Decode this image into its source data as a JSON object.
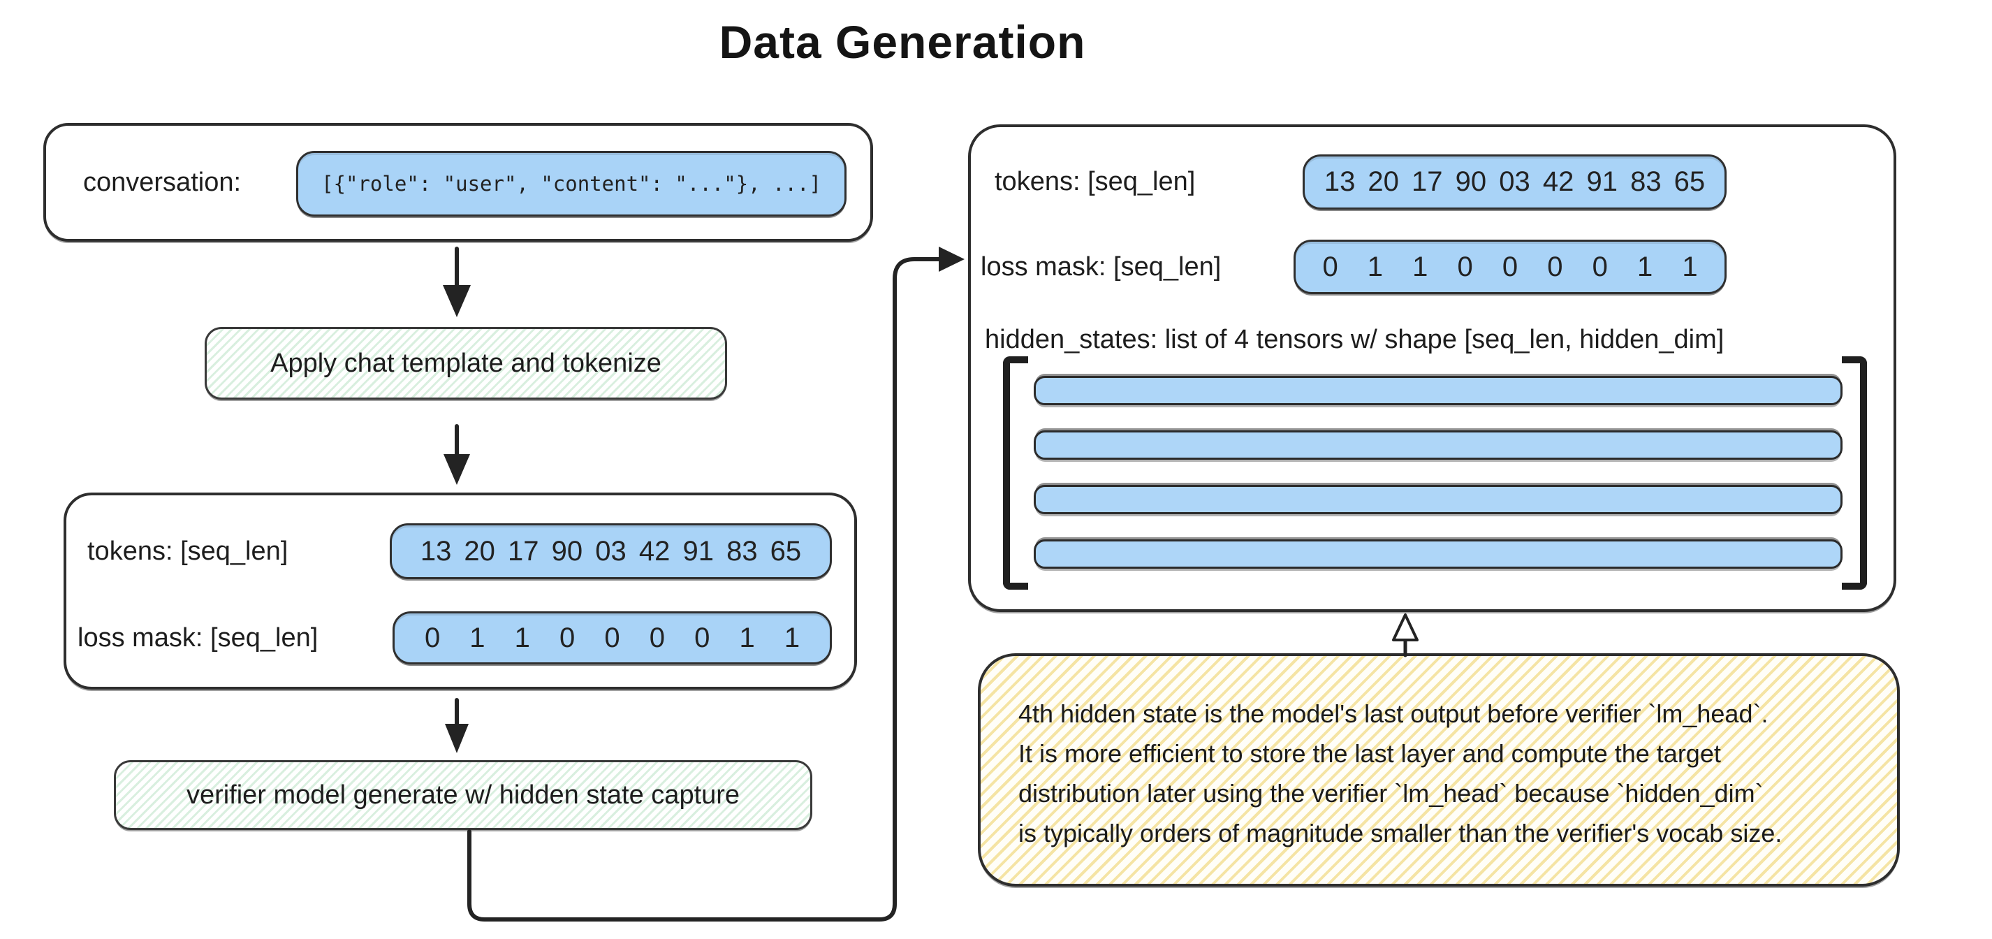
{
  "title": "Data Generation",
  "left_flow": {
    "conversation_box": {
      "label": "conversation:",
      "code": "[{\"role\": \"user\", \"content\": \"...\"}, ...]"
    },
    "step_tokenize": {
      "label": "Apply chat template and tokenize"
    },
    "tokenized_box": {
      "tokens_label": "tokens: [seq_len]",
      "tokens_values": "13 20 17 90 03 42 91 83 65",
      "loss_mask_label": "loss mask: [seq_len]",
      "loss_mask_values": "0 1 1 0 0 0 0 1 1"
    },
    "step_generate": {
      "label": "verifier model generate w/ hidden state capture"
    }
  },
  "output_box": {
    "tokens_label": "tokens: [seq_len]",
    "tokens_values": "13 20 17 90 03 42 91 83 65",
    "loss_mask_label": "loss mask: [seq_len]",
    "loss_mask_values": "0 1 1 0 0 0 0 1 1",
    "hidden_states_label": "hidden_states: list of 4 tensors w/ shape [seq_len, hidden_dim]",
    "hidden_states_count": 4
  },
  "note": {
    "lines": [
      "4th hidden state is the model's last output before verifier `lm_head`.",
      "It is more efficient to store the last layer and compute the target",
      "distribution later using the verifier `lm_head` because `hidden_dim`",
      "is typically orders of magnitude smaller than the verifier's vocab size."
    ]
  },
  "colors": {
    "pill_blue": "#a9d3f7",
    "bar_blue": "#aed6f8",
    "hatch_green": "#d9efdf",
    "hatch_yellow": "#f5e4a4",
    "ink": "#262626"
  }
}
